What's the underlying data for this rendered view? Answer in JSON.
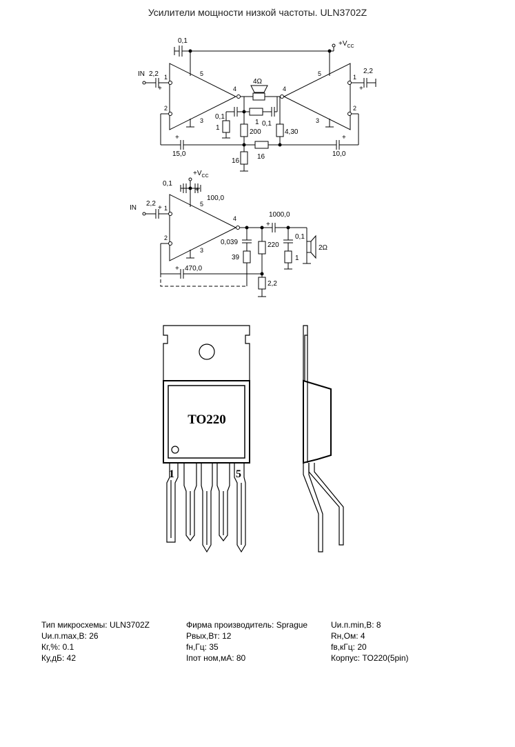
{
  "title": "Усилители мощности низкой частоты. ULN3702Z",
  "circuit1": {
    "labels": {
      "c_top": "0,1",
      "vcc": "+V",
      "vcc_sub": "CC",
      "in": "IN",
      "c_in_left": "2,2",
      "c_in_right": "2,2",
      "speaker": "4Ω",
      "c_mid_left": "0,1",
      "r_mid_left": "1",
      "r_top": "1",
      "c_mid_right": "0,1",
      "r_200": "200",
      "r_430": "4,30",
      "c_bot_left": "15,0",
      "c_bot_right": "10,0",
      "r_bot_mid": "16",
      "r_bot": "16",
      "plus": "+"
    },
    "pins_left": [
      "1",
      "2",
      "3",
      "4",
      "5"
    ],
    "pins_right": [
      "1",
      "2",
      "3",
      "4",
      "5"
    ]
  },
  "circuit2": {
    "labels": {
      "vcc": "+V",
      "vcc_sub": "CC",
      "c_01": "0,1",
      "c_100": "100,0",
      "in": "IN",
      "c_in": "2,2",
      "c_out": "1000,0",
      "c_0039": "0,039",
      "r_220": "220",
      "c_01b": "0,1",
      "speaker": "2Ω",
      "r_39": "39",
      "r_1": "1",
      "c_470": "470,0",
      "r_22": "2,2",
      "plus": "+"
    },
    "pins": [
      "1",
      "2",
      "3",
      "4",
      "5"
    ]
  },
  "package": {
    "name": "TO220",
    "pin_first": "1",
    "pin_last": "5"
  },
  "specs": {
    "type": "Тип микросхемы: ULN3702Z",
    "manufacturer": "Фирма производитель: Sprague",
    "umin": "Uи.п.min,В: 8",
    "umax": "Uи.п.max,В: 26",
    "pout": "Рвых,Вт: 12",
    "rn": "Rн,Ом: 4",
    "kg": "Кг,%: 0.1",
    "fn": "fн,Гц: 35",
    "fv": "fв,кГц: 20",
    "ku": "Ку,дБ: 42",
    "ipot": "Iпот ном,мА: 80",
    "case": "Корпус: TO220(5pin)"
  }
}
